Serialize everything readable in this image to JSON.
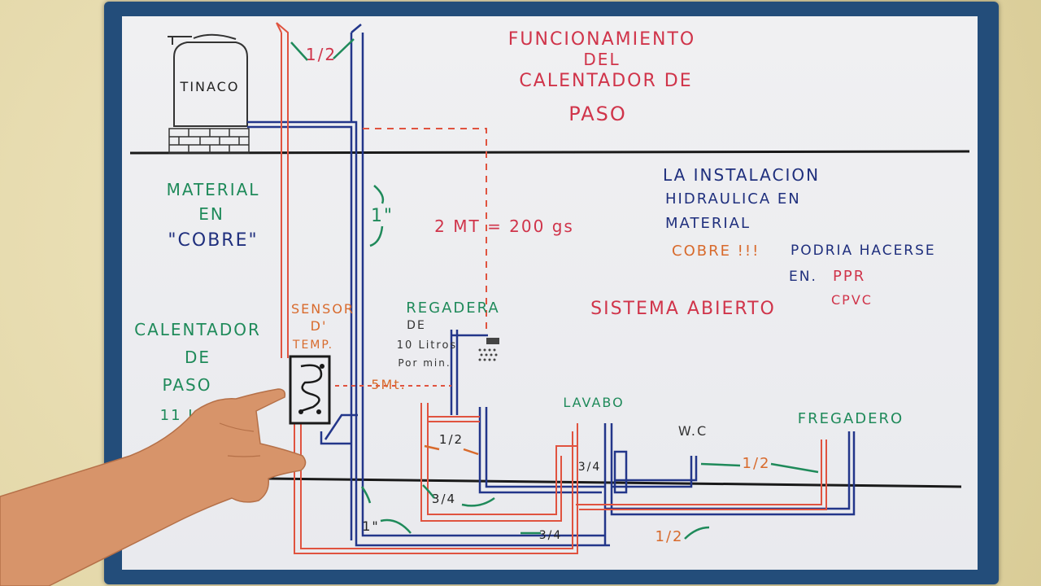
{
  "title": {
    "line1": "FUNCIONAMIENTO",
    "line2": "DEL",
    "line3": "CALENTADOR DE",
    "line4": "PASO"
  },
  "labels": {
    "tinaco": "TINACO",
    "half_top": "1/2",
    "one_inch_vertical": "1\"",
    "distance_2mt": "2 MT = 200 gs",
    "material_line1": "MATERIAL",
    "material_line2": "EN",
    "material_line3": "\"COBRE\"",
    "calentador_line1": "CALENTADOR",
    "calentador_line2": "DE",
    "calentador_line3": "PASO",
    "calentador_line4": "11 L",
    "sensor_line1": "SENSOR",
    "sensor_line2": "D'",
    "sensor_line3": "TEMP.",
    "distance_5mt": "5Mt.",
    "regadera_line1": "REGADERA",
    "regadera_line2": "DE",
    "regadera_line3": "10 Litros",
    "regadera_line4": "Por min.",
    "lavabo": "LAVABO",
    "wc": "W.C",
    "fregadero": "FREGADERO",
    "half_shower": "1/2",
    "threequarter_a": "3/4",
    "threequarter_b": "3/4",
    "threequarter_c": "3/4",
    "one_inch_bottom": "1\"",
    "half_wc": "1/2",
    "half_bottom": "1/2",
    "sistema": "SISTEMA ABIERTO"
  },
  "note": {
    "line1": "LA INSTALACION",
    "line2": "HIDRAULICA EN",
    "line3": "MATERIAL",
    "cobre": "COBRE !!!",
    "podria": "PODRIA HACERSE",
    "en": "EN.",
    "ppr": "PPR",
    "cpvc": "CPVC"
  },
  "colors": {
    "frame": "#234d7a",
    "red_marker": "#d0344a",
    "green_marker": "#1f8a5a",
    "blue_marker": "#1f2f7d",
    "orange_marker": "#d86a2c",
    "hot_pipe": "#e0533f",
    "cold_pipe": "#23368a"
  }
}
